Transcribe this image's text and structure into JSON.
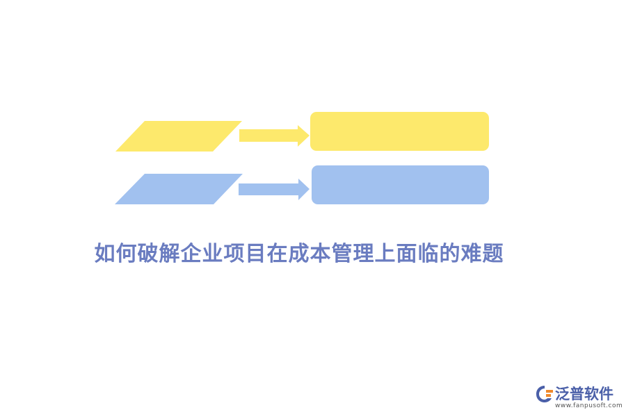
{
  "colors": {
    "yellow": "#fde96c",
    "blue": "#a1c1ef",
    "title": "#6a7cc0",
    "logo_blue": "#4a5fa8",
    "logo_orange": "#f08a2c"
  },
  "title": "如何破解企业项目在成本管理上面临的难题",
  "logo": {
    "icon": "fanpu-logo-icon",
    "name": "泛普软件",
    "url": "www.fanpusoft.com"
  }
}
